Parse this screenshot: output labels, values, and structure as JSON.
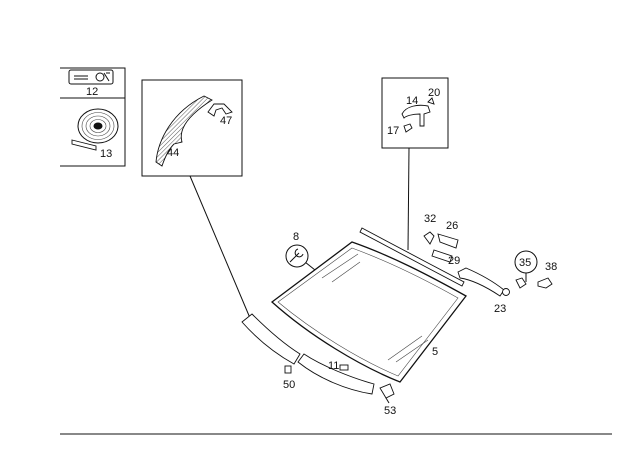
{
  "callouts": {
    "c12": "12",
    "c13": "13",
    "c44": "44",
    "c47": "47",
    "c14": "14",
    "c20": "20",
    "c17": "17",
    "c8": "8",
    "c32": "32",
    "c26": "26",
    "c29": "29",
    "c35": "35",
    "c38": "38",
    "c23": "23",
    "c5": "5",
    "c11": "11",
    "c50": "50",
    "c53": "53"
  },
  "icons": {
    "glue-sign": "tape-and-glue-symbol",
    "wrench-sign": "wrench-symbol"
  },
  "colors": {
    "line": "#111111",
    "background": "#ffffff",
    "hatch": "#555555"
  }
}
